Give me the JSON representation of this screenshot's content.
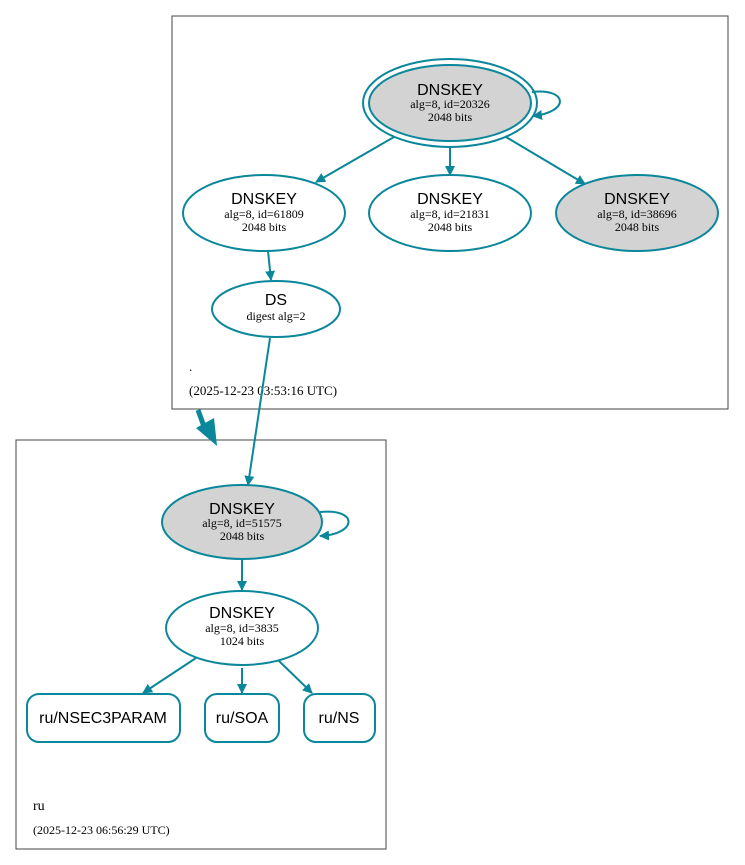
{
  "colors": {
    "edge": "#0a879a",
    "filled_node": "#d3d3d3",
    "plain_node": "#ffffff",
    "zone_border": "#444444",
    "text": "#000000"
  },
  "zones": {
    "root": {
      "name": ".",
      "timestamp": "(2025-12-23 03:53:16 UTC)"
    },
    "ru": {
      "name": "ru",
      "timestamp": "(2025-12-23 06:56:29 UTC)"
    }
  },
  "nodes": {
    "root_ksk": {
      "title": "DNSKEY",
      "line1": "alg=8, id=20326",
      "line2": "2048 bits",
      "filled": true,
      "double_border": true
    },
    "root_zsk1": {
      "title": "DNSKEY",
      "line1": "alg=8, id=61809",
      "line2": "2048 bits",
      "filled": false
    },
    "root_zsk2": {
      "title": "DNSKEY",
      "line1": "alg=8, id=21831",
      "line2": "2048 bits",
      "filled": false
    },
    "root_key3": {
      "title": "DNSKEY",
      "line1": "alg=8, id=38696",
      "line2": "2048 bits",
      "filled": true
    },
    "root_ds": {
      "title": "DS",
      "line1": "digest alg=2"
    },
    "ru_ksk": {
      "title": "DNSKEY",
      "line1": "alg=8, id=51575",
      "line2": "2048 bits",
      "filled": true
    },
    "ru_zsk": {
      "title": "DNSKEY",
      "line1": "alg=8, id=3835",
      "line2": "1024 bits",
      "filled": false
    },
    "ru_nsec3param": {
      "label": "ru/NSEC3PARAM"
    },
    "ru_soa": {
      "label": "ru/SOA"
    },
    "ru_ns": {
      "label": "ru/NS"
    }
  }
}
